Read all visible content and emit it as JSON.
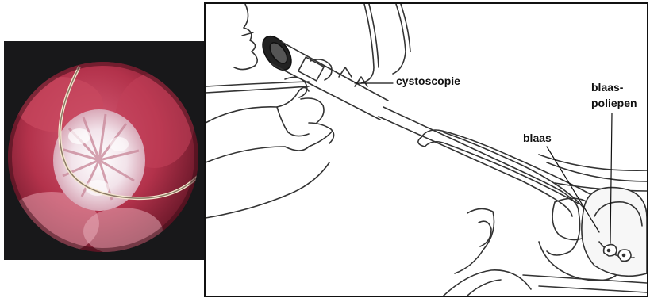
{
  "labels": {
    "cystoscope": "cystoscopie",
    "bladder": "blaas",
    "polyps_line1": "blaas-",
    "polyps_line2": "poliepen"
  },
  "colors": {
    "endoscopy_dark": "#18181a",
    "endoscopy_tissue": "#b3324b",
    "endoscopy_tumor": "#f2e3ea",
    "line_art": "#333333",
    "frame_border": "#111111"
  }
}
